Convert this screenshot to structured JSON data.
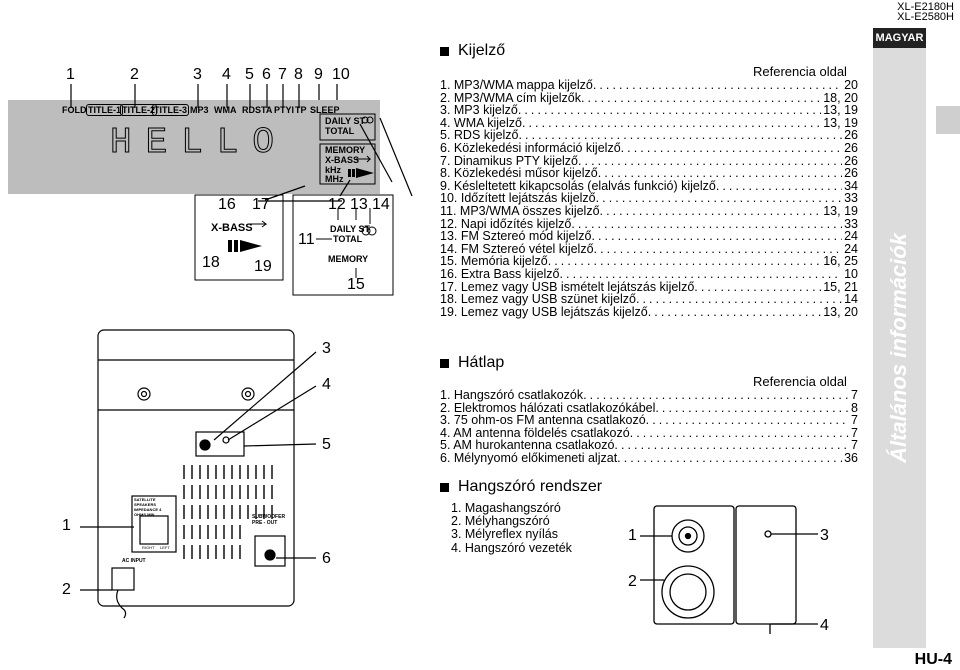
{
  "header": {
    "model1": "XL-E2180H",
    "model2": "XL-E2580H",
    "lang": "MAGYAR"
  },
  "side_title": "Általános információk",
  "page_number": "HU-4",
  "display_section": {
    "title": "Kijelző",
    "ref_header": "Referencia oldal",
    "items": [
      {
        "label": "1. MP3/WMA mappa kijelző",
        "page": "20"
      },
      {
        "label": "2. MP3/WMA cím kijelzők",
        "page": "18, 20"
      },
      {
        "label": "3. MP3 kijelző",
        "page": "13, 19"
      },
      {
        "label": "4. WMA kijelző",
        "page": "13, 19"
      },
      {
        "label": "5. RDS kijelző",
        "page": "26"
      },
      {
        "label": "6. Közlekedési információ kijelző",
        "page": "26"
      },
      {
        "label": "7. Dinamikus PTY kijelző",
        "page": "26"
      },
      {
        "label": "8. Közlekedési műsor kijelző",
        "page": "26"
      },
      {
        "label": "9. Késleltetett kikapcsolás (elalvás funkció) kijelző",
        "page": "34"
      },
      {
        "label": "10. Időzített lejátszás kijelző",
        "page": "33"
      },
      {
        "label": "11. MP3/WMA összes kijelző",
        "page": "13, 19"
      },
      {
        "label": "12. Napi időzítés kijelző",
        "page": "33"
      },
      {
        "label": "13. FM Sztereó mód kijelző",
        "page": "24"
      },
      {
        "label": "14. FM Sztereó vétel kijelző",
        "page": "24"
      },
      {
        "label": "15. Memória kijelző",
        "page": "16, 25"
      },
      {
        "label": "16. Extra Bass kijelző",
        "page": "10"
      },
      {
        "label": "17. Lemez vagy USB ismételt lejátszás kijelző",
        "page": "15, 21"
      },
      {
        "label": "18. Lemez vagy USB szünet kijelző",
        "page": "14"
      },
      {
        "label": "19. Lemez vagy USB lejátszás kijelző",
        "page": "13, 20"
      }
    ]
  },
  "rear_section": {
    "title": "Hátlap",
    "ref_header": "Referencia oldal",
    "items": [
      {
        "label": "1. Hangszóró csatlakozók",
        "page": "7"
      },
      {
        "label": "2. Elektromos hálózati csatlakozókábel",
        "page": "8"
      },
      {
        "label": "3. 75 ohm-os FM antenna csatlakozó",
        "page": "7"
      },
      {
        "label": "4. AM antenna földelés csatlakozó",
        "page": "7"
      },
      {
        "label": "5. AM hurokantenna csatlakozó",
        "page": "7"
      },
      {
        "label": "6. Mélynyomó előkimeneti aljzat",
        "page": "36"
      }
    ]
  },
  "speaker_section": {
    "title": "Hangszóró rendszer",
    "items": [
      "1. Magashangszóró",
      "2. Mélyhangszóró",
      "3. Mélyreflex nyílás",
      "4. Hangszóró vezeték"
    ]
  },
  "display_diagram": {
    "numbers": [
      "1",
      "2",
      "3",
      "4",
      "5",
      "6",
      "7",
      "8",
      "9",
      "10"
    ],
    "indicators": {
      "fold": "FOLD",
      "title1": "TITLE-1",
      "title2": "TITLE-2",
      "title3": "TITLE-3",
      "mp3": "MP3",
      "wma": "WMA",
      "rds": "RDS",
      "ta": "TA",
      "ptyi": "PTYI",
      "tp": "TP",
      "sleep": "SLEEP"
    },
    "message": "HELLO",
    "box_daily": "DAILY ST",
    "box_total": "TOTAL",
    "box_memory": "MEMORY",
    "box_xbass": "X-BASS",
    "box_khz": "kHz",
    "box_mhz": "MHz",
    "callout_left": {
      "n16": "16",
      "n17": "17",
      "n18": "18",
      "n19": "19",
      "xbass": "X-BASS"
    },
    "callout_right": {
      "n12": "12",
      "n13": "13",
      "n14": "14",
      "n11": "11",
      "n15": "15",
      "daily": "DAILY ST",
      "total": "TOTAL",
      "memory": "MEMORY"
    }
  },
  "rear_diagram": {
    "numbers": [
      "1",
      "2",
      "3",
      "4",
      "5",
      "6"
    ],
    "labels": {
      "ac_input": "AC INPUT",
      "subwoofer": "SUBWOOFER PRE - OUT",
      "speaker_box": "SATELLITE SPEAKERS  IMPEDANCE 4 OHMS MIN.",
      "right": "RIGHT",
      "left": "LEFT"
    }
  },
  "speaker_diagram": {
    "numbers": [
      "1",
      "2",
      "3",
      "4"
    ]
  }
}
